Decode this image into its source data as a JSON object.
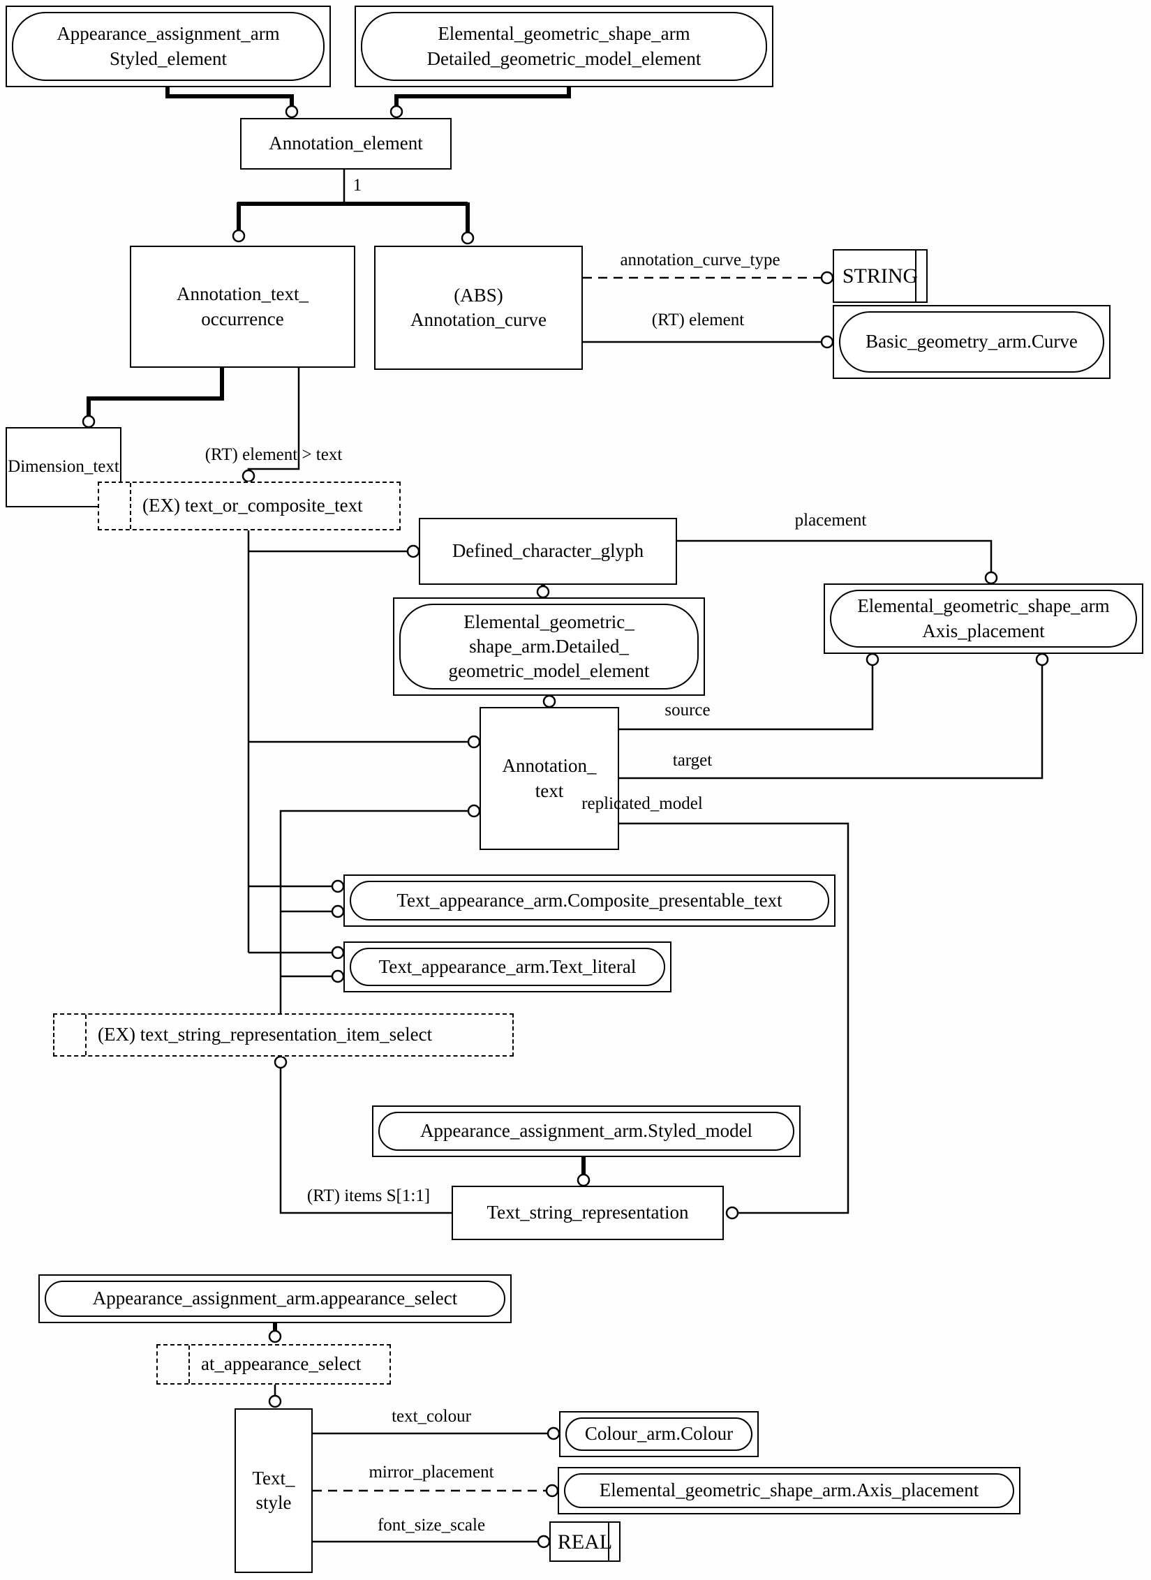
{
  "diagram": {
    "title": "EXPRESS-G annotation text schema diagram",
    "nodes": {
      "ref_styled_element": {
        "l1": "Appearance_assignment_arm",
        "l2": "Styled_element"
      },
      "ref_detailed_model_top": {
        "l1": "Elemental_geometric_shape_arm",
        "l2": "Detailed_geometric_model_element"
      },
      "annotation_element": {
        "l1": "Annotation_element"
      },
      "annotation_text_occurrence": {
        "l1": "Annotation_text_",
        "l2": "occurrence"
      },
      "annotation_curve": {
        "l1": "(ABS)",
        "l2": "Annotation_curve"
      },
      "string_type": {
        "l1": "STRING"
      },
      "ref_basic_geometry_curve": {
        "l1": "Basic_geometry_arm.Curve"
      },
      "dimension_text": {
        "l1": "Dimension_text"
      },
      "sel_text_or_composite": {
        "l1": "(EX) text_or_composite_text"
      },
      "defined_character_glyph": {
        "l1": "Defined_character_glyph"
      },
      "ref_egs_detailed": {
        "l1": "Elemental_geometric_",
        "l2": "shape_arm.Detailed_",
        "l3": "geometric_model_element"
      },
      "ref_axis_placement": {
        "l1": "Elemental_geometric_shape_arm",
        "l2": "Axis_placement"
      },
      "annotation_text": {
        "l1": "Annotation_",
        "l2": "text"
      },
      "ref_composite_presentable": {
        "l1": "Text_appearance_arm.Composite_presentable_text"
      },
      "ref_text_literal": {
        "l1": "Text_appearance_arm.Text_literal"
      },
      "sel_tsr_item": {
        "l1": "(EX) text_string_representation_item_select"
      },
      "ref_styled_model": {
        "l1": "Appearance_assignment_arm.Styled_model"
      },
      "text_string_representation": {
        "l1": "Text_string_representation"
      },
      "ref_appearance_select": {
        "l1": "Appearance_assignment_arm.appearance_select"
      },
      "sel_at_appearance": {
        "l1": "at_appearance_select"
      },
      "text_style": {
        "l1": "Text_",
        "l2": "style"
      },
      "ref_colour": {
        "l1": "Colour_arm.Colour"
      },
      "ref_axis_placement2": {
        "l1": "Elemental_geometric_shape_arm.Axis_placement"
      },
      "real_type": {
        "l1": "REAL"
      }
    },
    "edge_labels": {
      "one": "1",
      "annotation_curve_type": "annotation_curve_type",
      "rt_element": "(RT) element",
      "rt_element_text": "(RT) element > text",
      "placement": "placement",
      "source": "source",
      "target": "target",
      "replicated_model": "replicated_model",
      "rt_items": "(RT) items S[1:1]",
      "text_colour": "text_colour",
      "mirror_placement": "mirror_placement",
      "font_size_scale": "font_size_scale"
    },
    "colors": {
      "line": "#000000",
      "background": "#fefefe",
      "node_fill": "#ffffff"
    }
  }
}
